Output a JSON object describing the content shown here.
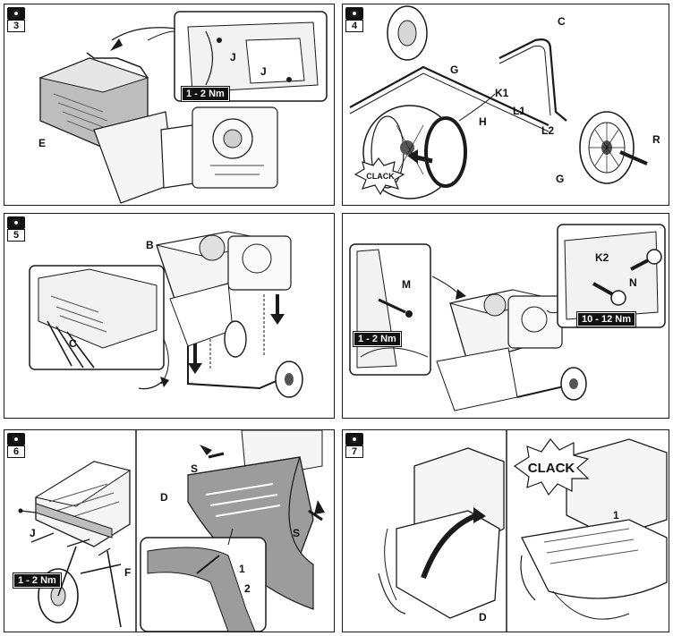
{
  "steps": [
    {
      "number": "3",
      "labels": {
        "E": "E",
        "J1": "J",
        "J2": "J"
      },
      "torque": "1 - 2 Nm"
    },
    {
      "number": "4",
      "labels": {
        "C": "C",
        "G1": "G",
        "K1": "K1",
        "L1": "L1",
        "L2": "L2",
        "H": "H",
        "R": "R",
        "G2": "G"
      },
      "clack": "CLACK"
    },
    {
      "number": "5",
      "labels": {
        "B": "B",
        "C": "C"
      }
    },
    {
      "number": "",
      "labels": {
        "M": "M",
        "K2": "K2",
        "N": "N"
      },
      "torque_left": "1 - 2 Nm",
      "torque_right": "10 - 12 Nm"
    },
    {
      "number": "6",
      "labels": {
        "J": "J",
        "F": "F",
        "S1": "S",
        "D": "D",
        "S2": "S",
        "n1": "1",
        "n2": "2"
      },
      "torque": "1 - 2 Nm"
    },
    {
      "number": "7",
      "labels": {
        "D": "D",
        "n1": "1"
      },
      "clack": "CLACK"
    }
  ],
  "colors": {
    "line": "#1a1a1a",
    "fill_gray": "#9c9c9c",
    "light_gray": "#d6d6d6",
    "torque_bg": "#111111"
  },
  "icons": [
    "camera-icon",
    "arrow-icon"
  ]
}
